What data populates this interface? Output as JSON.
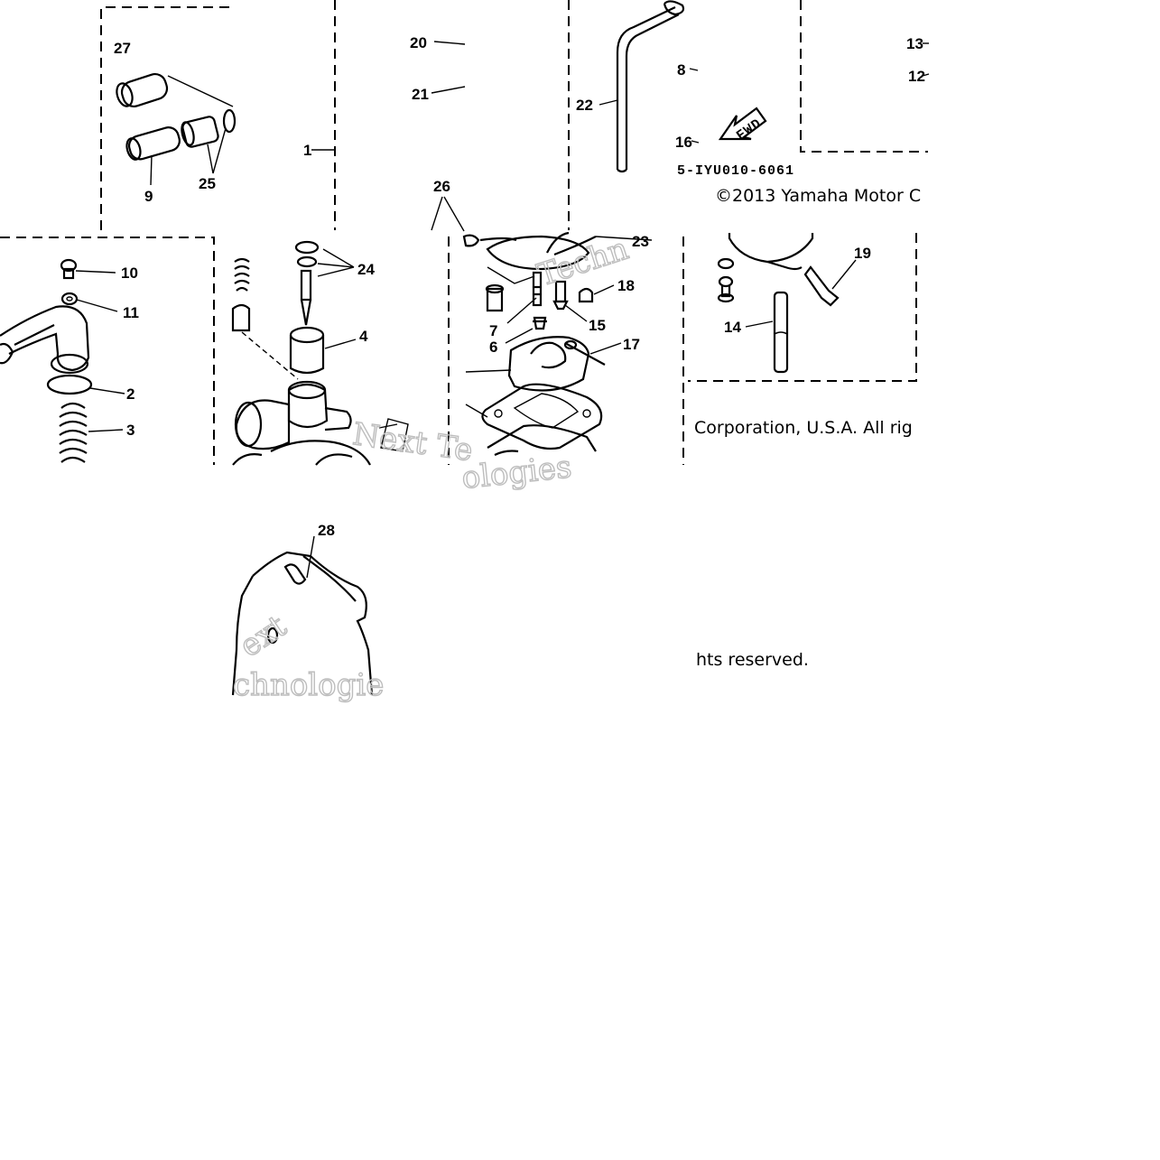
{
  "diagram": {
    "copyright_line1": "©2013 Yamaha Motor C",
    "copyright_line2": "Corporation, U.S.A. All rig",
    "copyright_line3": "hts reserved.",
    "drawing_code": "5-IYU010-6061",
    "fwd_label": "FWD",
    "watermark_1": "Techn",
    "watermark_2": "Next Te",
    "watermark_3": "ologies",
    "watermark_4": "ext",
    "watermark_5": "chnologie",
    "callouts": {
      "p1": "1",
      "p2": "2",
      "p3": "3",
      "p4": "4",
      "p6": "6",
      "p7": "7",
      "p8": "8",
      "p9": "9",
      "p10": "10",
      "p11": "11",
      "p12": "12",
      "p13": "13",
      "p14": "14",
      "p15": "15",
      "p16": "16",
      "p17": "17",
      "p18": "18",
      "p19": "19",
      "p20": "20",
      "p21": "21",
      "p22": "22",
      "p23": "23",
      "p24": "24",
      "p25": "25",
      "p26": "26",
      "p27": "27",
      "p28": "28"
    }
  }
}
